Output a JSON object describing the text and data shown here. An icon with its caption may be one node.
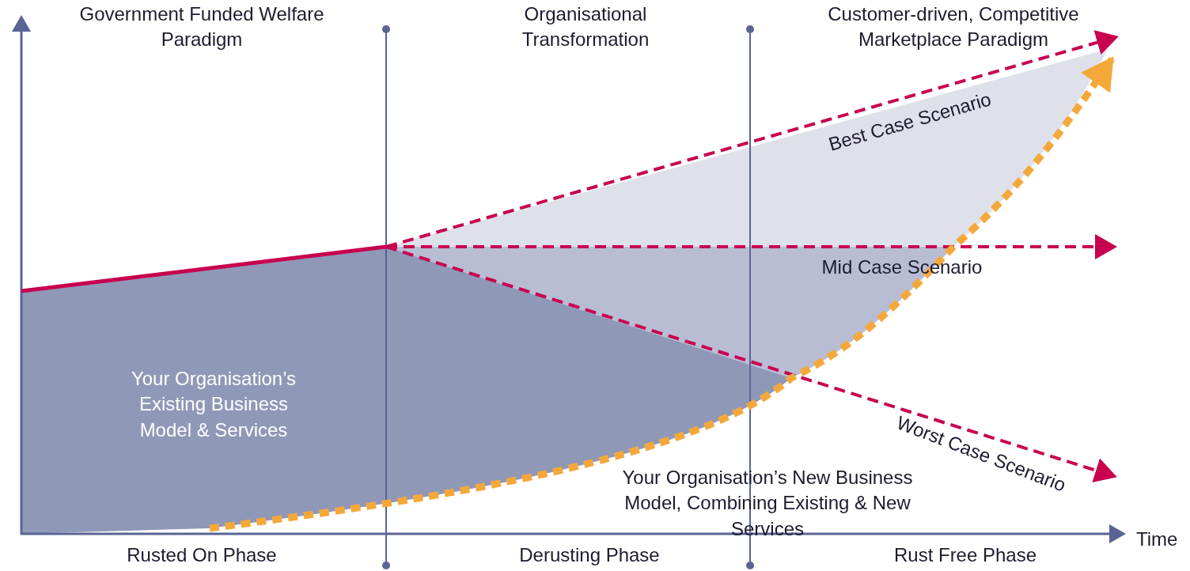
{
  "diagram": {
    "labels": [
      "Government Funded Welfare Paradigm",
      "Organisational Transformation",
      "Customer-driven, Competitive Marketplace Paradigm",
      "Best Case Scenario",
      "Mid Case Scenario",
      "Your Organisation’s Existing Business Model & Services",
      "Worst Case Scenario",
      "Your Organisation’s New Business Model, Combining Existing & New Services",
      "Rusted On Phase",
      "Derusting Phase",
      "Rust Free Phase",
      "Time"
    ]
  }
}
